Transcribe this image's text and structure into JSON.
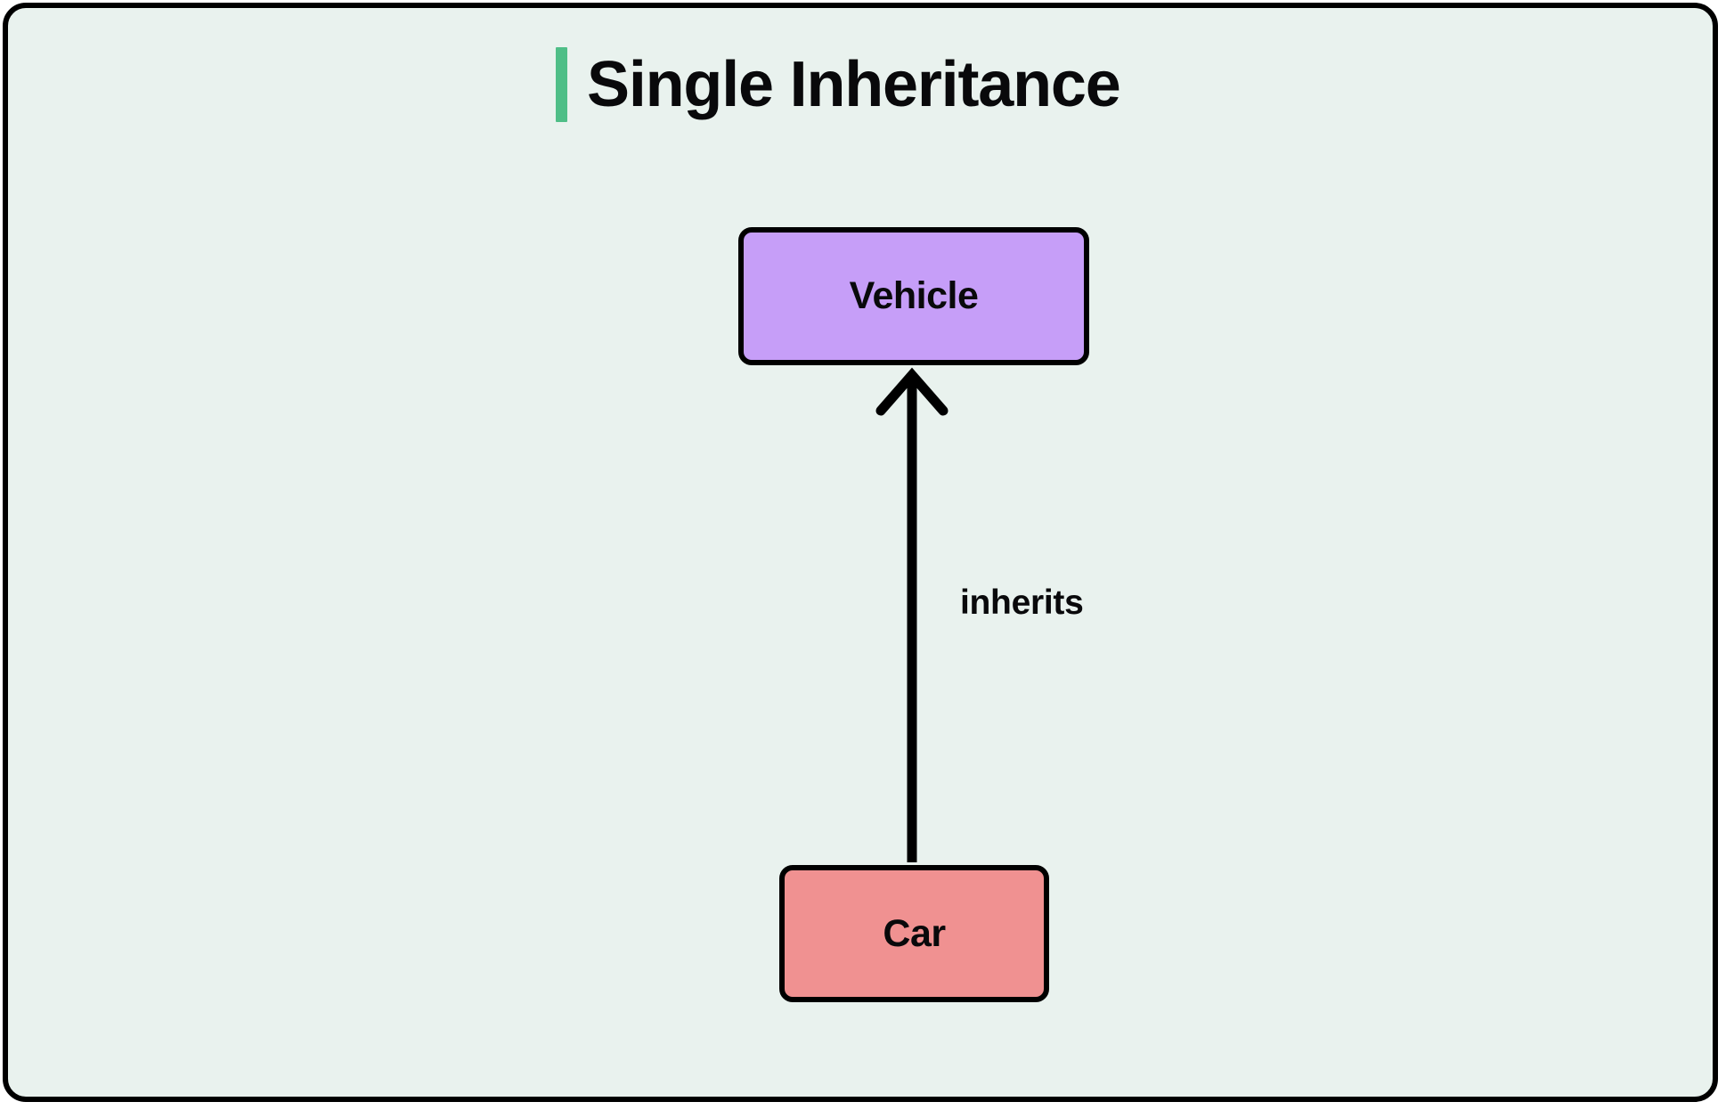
{
  "diagram": {
    "title": "Single Inheritance",
    "accent_color": "#4FBE87",
    "background_color": "#E9F2EE",
    "border_color": "#000000",
    "type": "uml-class-inheritance",
    "nodes": [
      {
        "id": "vehicle",
        "label": "Vehicle",
        "role": "superclass",
        "fill_color": "#C69EF8",
        "border_color": "#000000"
      },
      {
        "id": "car",
        "label": "Car",
        "role": "subclass",
        "fill_color": "#F09191",
        "border_color": "#000000"
      }
    ],
    "edges": [
      {
        "id": "car-inherits-vehicle",
        "label": "inherits",
        "from": "car",
        "to": "vehicle",
        "direction": "up",
        "arrowhead": "open-chevron",
        "color": "#000000"
      }
    ]
  }
}
